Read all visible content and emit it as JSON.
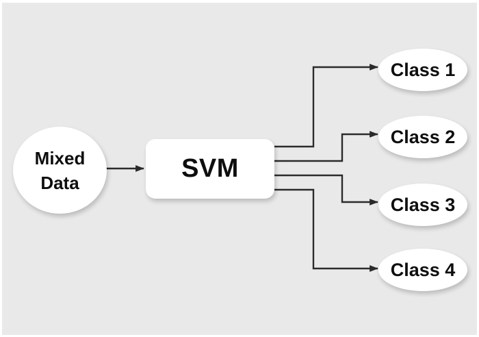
{
  "diagram": {
    "title": "SVM multi-class classification diagram",
    "colors": {
      "canvas_background": "#e9e9e9",
      "node_fill": "#ffffff",
      "connector": "#2b2b2b",
      "text": "#0e0e0e"
    },
    "input_node": {
      "label_line1": "Mixed",
      "label_line2": "Data"
    },
    "process_node": {
      "label": "SVM"
    },
    "output_nodes": [
      {
        "label": "Class 1"
      },
      {
        "label": "Class 2"
      },
      {
        "label": "Class 3"
      },
      {
        "label": "Class 4"
      }
    ]
  }
}
